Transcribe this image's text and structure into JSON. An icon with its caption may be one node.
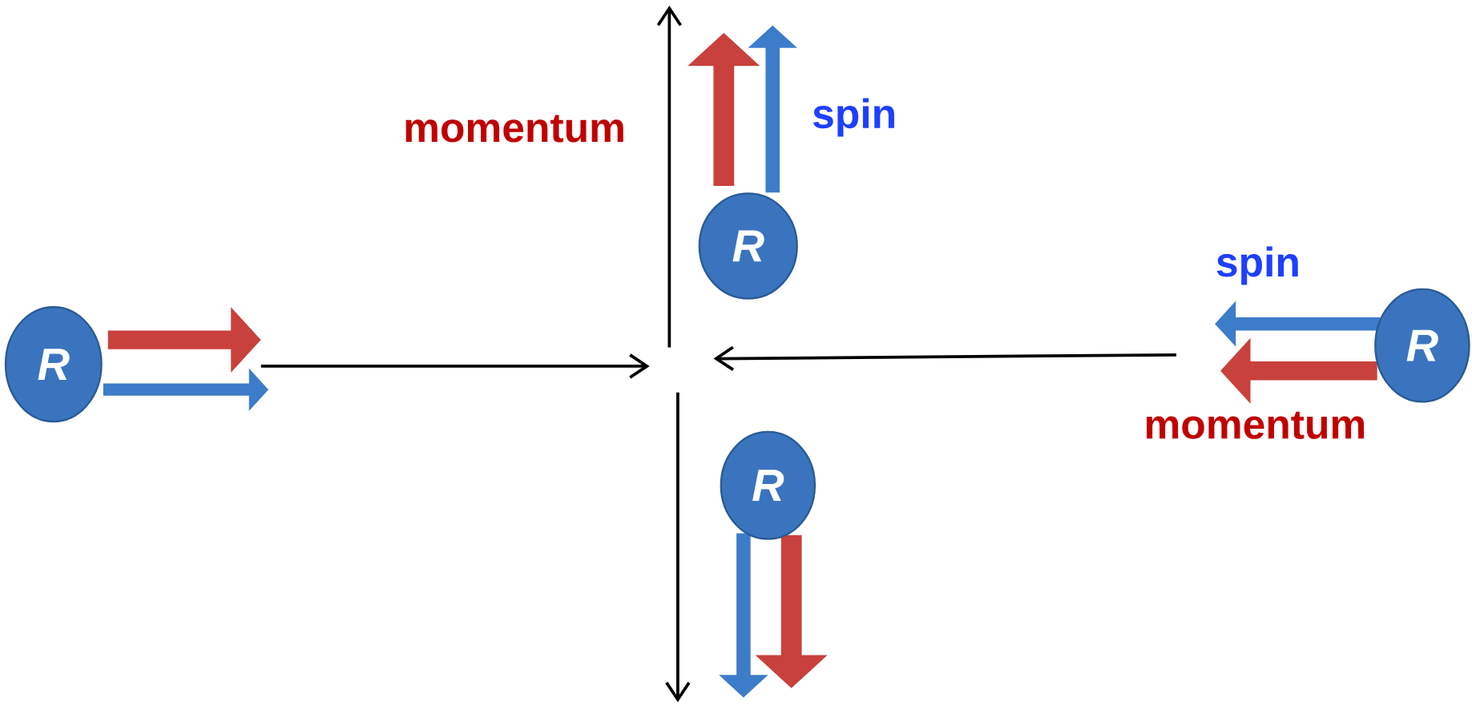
{
  "diagram": {
    "nodes": [
      {
        "text": [
          "R"
        ]
      },
      {
        "text": [
          "R"
        ]
      },
      {
        "text": [
          "R"
        ]
      },
      {
        "text": [
          "R"
        ]
      }
    ],
    "labels": [
      "momentum",
      "spin",
      "spin",
      "momentum"
    ]
  }
}
